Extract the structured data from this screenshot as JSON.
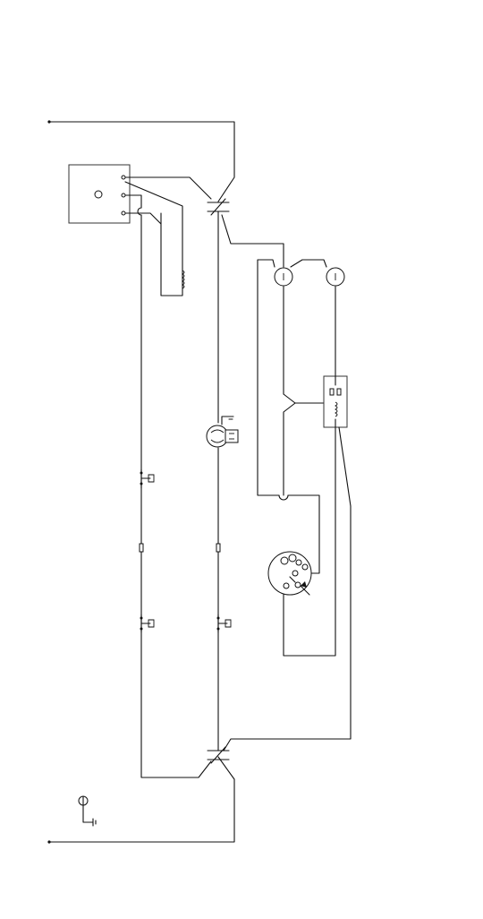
{
  "diagram": {
    "background": "#ffffff",
    "line_color": "#111111",
    "components": [
      "terminal-block",
      "upper-switch-contact",
      "lower-switch-contact",
      "left-lamp",
      "right-lamp",
      "relay-coil-module",
      "timer-motor",
      "rotary-timer-dial",
      "heater-coil",
      "door-switch-top",
      "door-switch-bottom",
      "inline-fuse",
      "ground-symbol"
    ]
  }
}
